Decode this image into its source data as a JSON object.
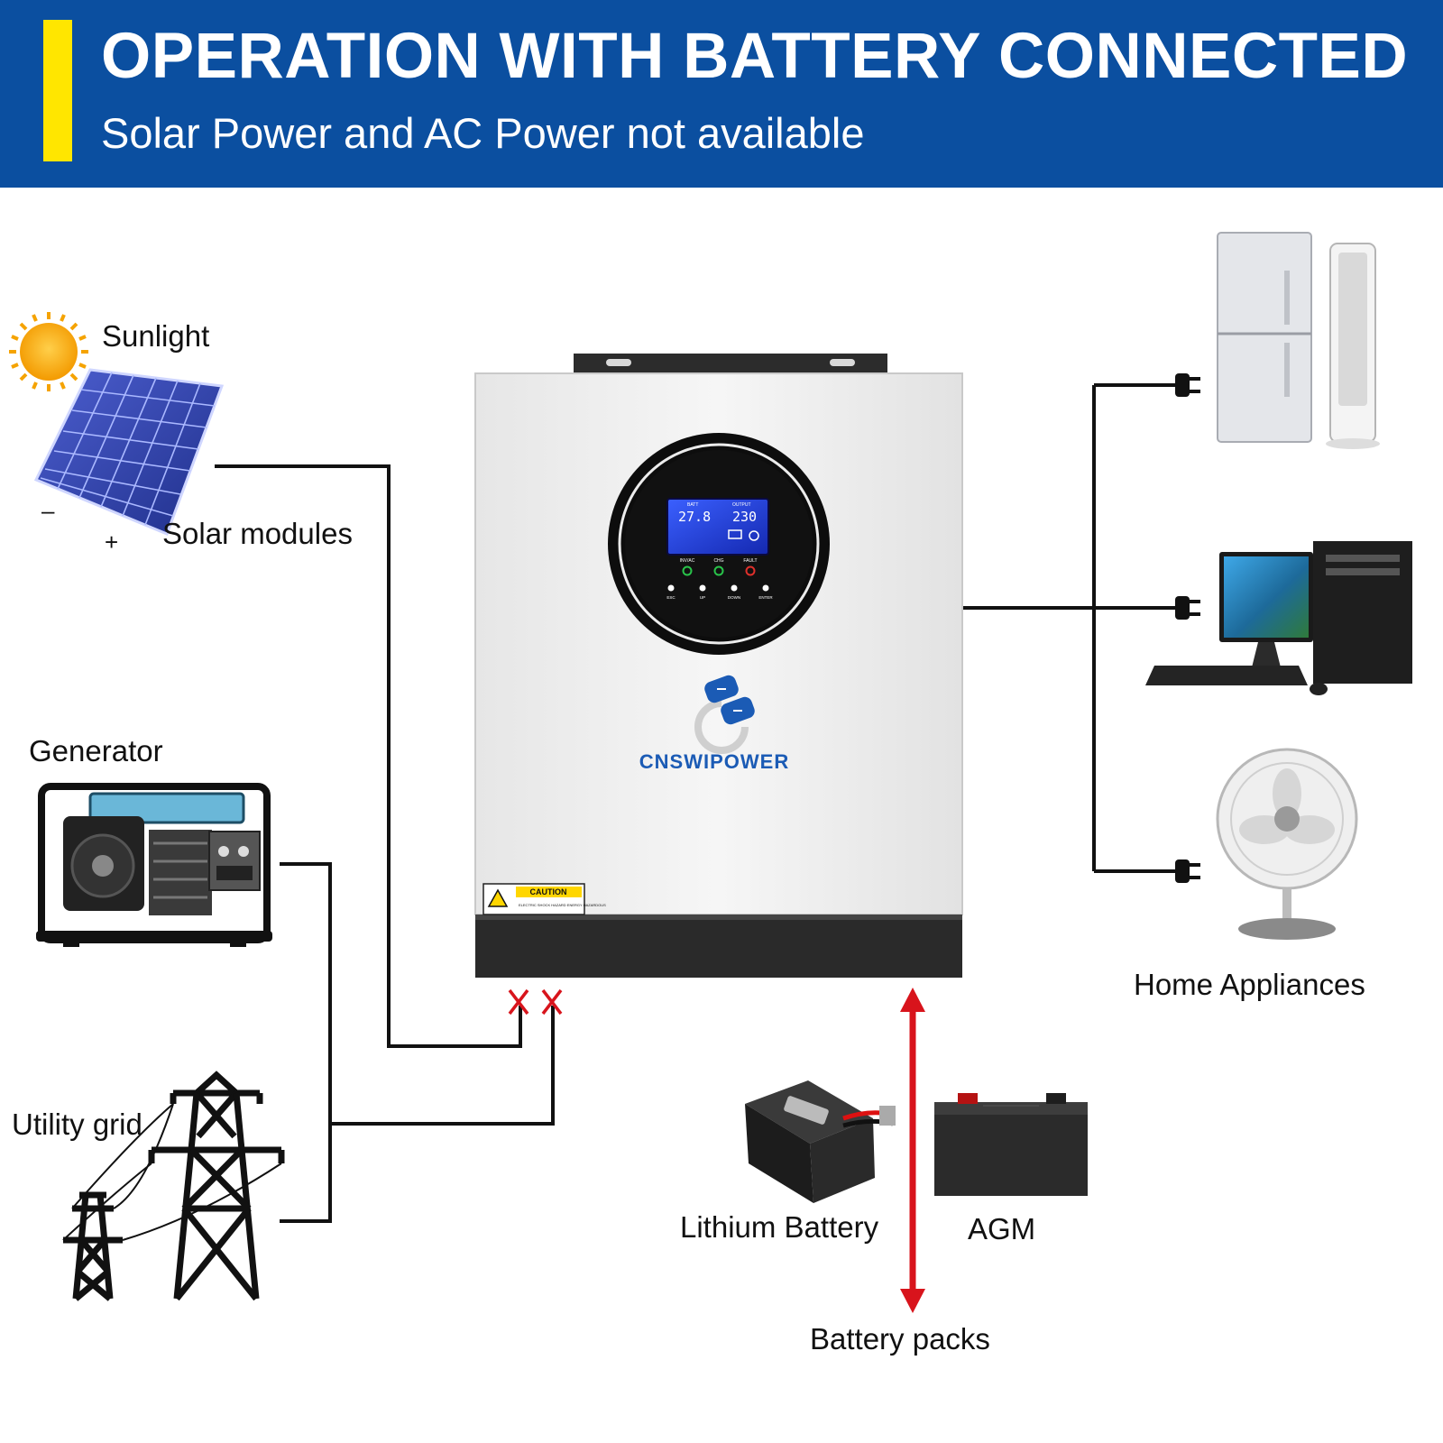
{
  "header": {
    "title": "OPERATION WITH BATTERY CONNECTED",
    "subtitle": "Solar Power and AC Power not available"
  },
  "sources": {
    "sunlight": "Sunlight",
    "solar_modules": "Solar modules",
    "generator": "Generator",
    "utility_grid": "Utility grid",
    "panel_minus": "–",
    "panel_plus": "+"
  },
  "inverter": {
    "brand": "CNSWIPOWER",
    "display_left": "27.8",
    "display_right": "230",
    "display_left_caption": "BATT",
    "display_right_caption": "OUTPUT",
    "leds": [
      "INV/AC",
      "CHG",
      "FAULT"
    ],
    "buttons": [
      "ESC",
      "UP",
      "DOWN",
      "ENTER"
    ],
    "caution_title": "CAUTION",
    "caution_text": "ELECTRIC SHOCK HAZARD ENERGY HAZARDOUS"
  },
  "status": {
    "solar_mark": "X",
    "ac_mark": "X"
  },
  "loads": {
    "label": "Home Appliances"
  },
  "battery": {
    "lithium": "Lithium Battery",
    "agm": "AGM",
    "packs": "Battery packs"
  },
  "colors": {
    "header_bg": "#0b4fa0",
    "header_accent": "#ffe600",
    "disconnect_mark": "#d8141c",
    "battery_arrow": "#d8141c",
    "brand": "#1b5bb5"
  }
}
